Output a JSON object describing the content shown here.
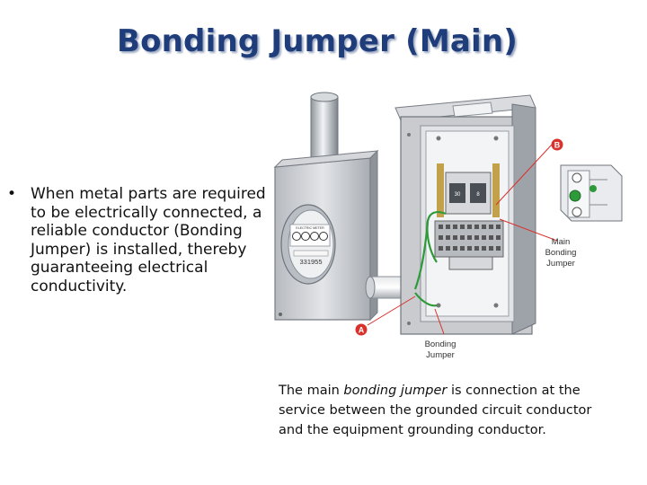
{
  "title": "Bonding Jumper (Main)",
  "bullet": {
    "marker": "•",
    "text": "When metal parts are required to be electrically connected, a reliable conductor (Bonding Jumper) is installed, thereby guaranteeing electrical conductivity."
  },
  "caption": {
    "before": "The main ",
    "emphasis": "bonding jumper",
    "after": " is connection at the service between the grounded circuit conductor and the equipment grounding conductor."
  },
  "diagram": {
    "callout_a": "A",
    "callout_b": "B",
    "label_main_1": "Main",
    "label_main_2": "Bonding",
    "label_main_3": "Jumper",
    "label_bonding_1": "Bonding",
    "label_bonding_2": "Jumper",
    "meter_brand": "ELECTRIC METER",
    "meter_number": "331955",
    "breaker_a": "30",
    "breaker_b": "8",
    "colors": {
      "title": "#1f3d7a",
      "callout": "#d9312b",
      "wire_green": "#2e9a3a",
      "panel_gray": "#c9cbcf"
    }
  }
}
